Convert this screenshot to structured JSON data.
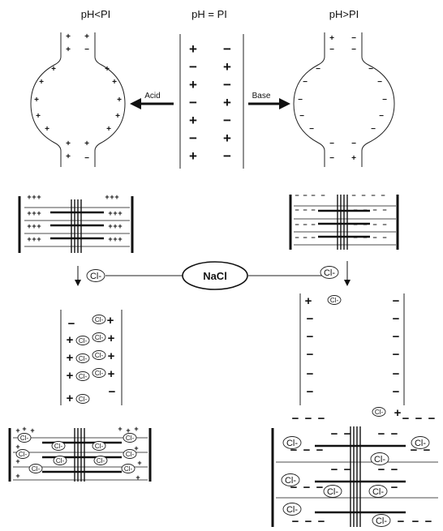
{
  "headers": {
    "left": "pH<PI",
    "center": "pH = PI",
    "right": "pH>PI"
  },
  "arrows": {
    "acid": "Acid",
    "base": "Base"
  },
  "salt": {
    "label": "NaCl"
  },
  "ion": {
    "label": "Cl-"
  },
  "signs": {
    "plus": "+",
    "minus": "−"
  },
  "center_column": {
    "left": [
      "+",
      "−",
      "+",
      "−",
      "+",
      "−",
      "+"
    ],
    "right": [
      "−",
      "+",
      "−",
      "+",
      "−",
      "+",
      "−"
    ]
  }
}
